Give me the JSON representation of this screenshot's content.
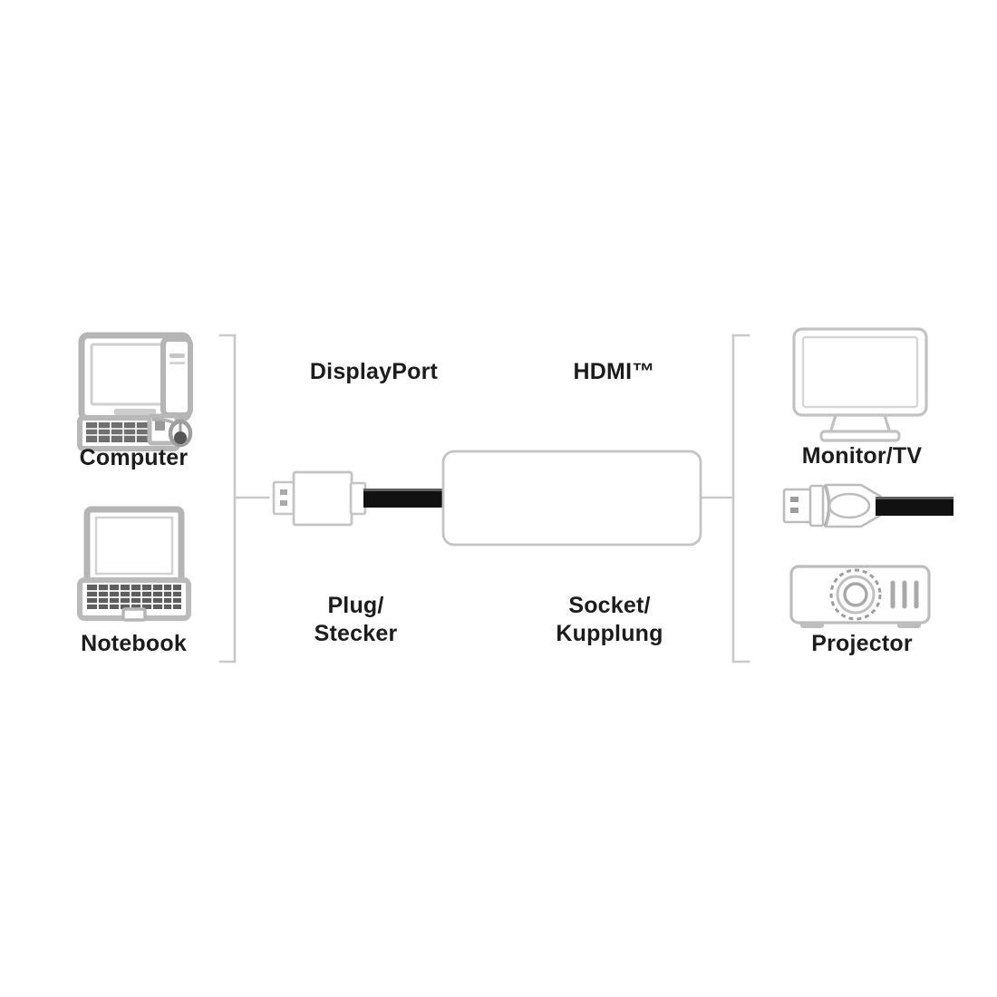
{
  "diagram": {
    "title": "DisplayPort to HDMI adapter connection diagram",
    "background_color": "#ffffff",
    "line_color": "#c9c9c9",
    "icon_color": "#b3b3b3",
    "cable_color": "#111111",
    "text_color": "#1c1c1c"
  },
  "source_side": {
    "bracket_name": "source-bracket",
    "devices": [
      {
        "icon": "desktop-computer-icon",
        "label": "Computer"
      },
      {
        "icon": "notebook-laptop-icon",
        "label": "Notebook"
      }
    ]
  },
  "target_side": {
    "bracket_name": "target-bracket",
    "devices": [
      {
        "icon": "monitor-tv-icon",
        "label": "Monitor/TV"
      },
      {
        "icon": "hdmi-plug-cable-icon",
        "label": ""
      },
      {
        "icon": "projector-icon",
        "label": "Projector"
      }
    ]
  },
  "connector_labels": {
    "left_top": "DisplayPort",
    "right_top": "HDMI™",
    "left_bottom": "Plug/\nStecker",
    "right_bottom": "Socket/\nKupplung"
  },
  "adapter": {
    "plug_icon": "displayport-plug-icon",
    "cable_icon": "cable-icon",
    "body_icon": "adapter-body-icon"
  }
}
